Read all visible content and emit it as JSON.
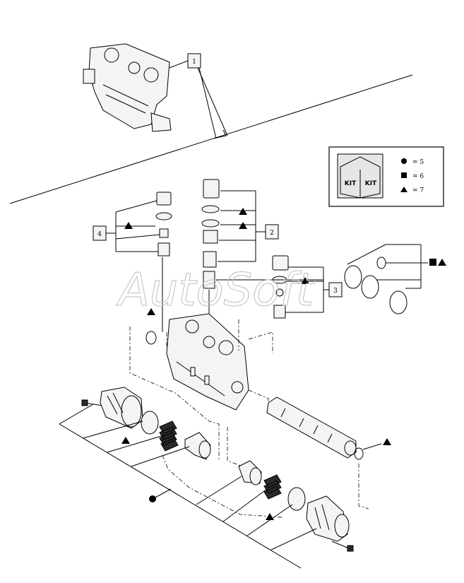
{
  "callouts": [
    {
      "id": "callout-1",
      "label": "1"
    },
    {
      "id": "callout-2",
      "label": "2"
    },
    {
      "id": "callout-3",
      "label": "3"
    },
    {
      "id": "callout-4",
      "label": "4"
    }
  ],
  "legend": {
    "kit_label_left": "KIT",
    "kit_label_right": "KIT",
    "entries": [
      {
        "symbol": "circle",
        "text": "= 5"
      },
      {
        "symbol": "square",
        "text": "= 6"
      },
      {
        "symbol": "triangle",
        "text": "= 7"
      }
    ]
  },
  "watermark": "AutoSoft"
}
